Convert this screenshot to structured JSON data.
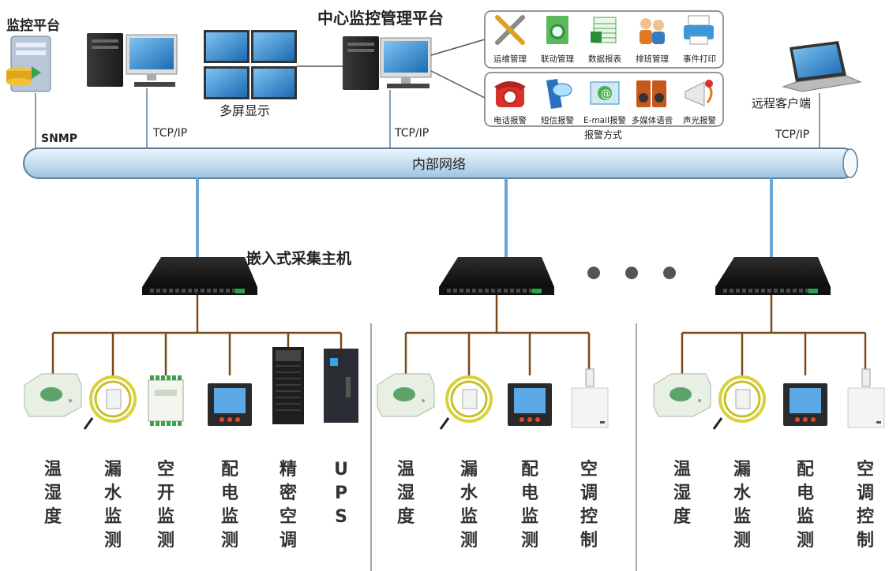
{
  "platform": {
    "monitor_label": "监控平台",
    "snmp_label": "SNMP",
    "center_title": "中心监控管理平台",
    "multi_screen_label": "多屏显示",
    "tcpip_left": "TCP/IP",
    "tcpip_center": "TCP/IP",
    "tcpip_right": "TCP/IP",
    "remote_client_label": "远程客户端",
    "network_label": "内部网络",
    "host_label": "嵌入式采集主机"
  },
  "management_features": [
    {
      "label": "运维管理",
      "icon": "wrench-screwdriver-icon"
    },
    {
      "label": "联动管理",
      "icon": "gear-folder-icon"
    },
    {
      "label": "数据报表",
      "icon": "spreadsheet-icon"
    },
    {
      "label": "排班管理",
      "icon": "people-icon"
    },
    {
      "label": "事件打印",
      "icon": "printer-icon"
    }
  ],
  "alarm_methods": [
    {
      "label": "电话报警",
      "icon": "telephone-icon"
    },
    {
      "label": "短信报警",
      "icon": "sms-phone-icon"
    },
    {
      "label": "E-mail报警",
      "icon": "email-icon"
    },
    {
      "label": "多媒体语音",
      "icon": "speaker-icon"
    },
    {
      "label": "声光报警",
      "icon": "megaphone-icon"
    }
  ],
  "alarm_caption": "报警方式",
  "groups": [
    {
      "devices": [
        {
          "label": "温湿度",
          "icon": "temp-humidity-sensor-icon"
        },
        {
          "label": "漏水监测",
          "icon": "water-leak-cable-icon"
        },
        {
          "label": "空开监测",
          "icon": "breaker-module-icon"
        },
        {
          "label": "配电监测",
          "icon": "power-meter-icon"
        },
        {
          "label": "精密空调",
          "icon": "precision-ac-icon"
        },
        {
          "label": "UPS",
          "icon": "ups-cabinet-icon"
        }
      ]
    },
    {
      "devices": [
        {
          "label": "温湿度",
          "icon": "temp-humidity-sensor-icon"
        },
        {
          "label": "漏水监测",
          "icon": "water-leak-cable-icon"
        },
        {
          "label": "配电监测",
          "icon": "power-meter-icon"
        },
        {
          "label": "空调控制",
          "icon": "ac-controller-icon"
        }
      ]
    },
    {
      "devices": [
        {
          "label": "温湿度",
          "icon": "temp-humidity-sensor-icon"
        },
        {
          "label": "漏水监测",
          "icon": "water-leak-cable-icon"
        },
        {
          "label": "配电监测",
          "icon": "power-meter-icon"
        },
        {
          "label": "空调控制",
          "icon": "ac-controller-icon"
        }
      ]
    }
  ],
  "colors": {
    "pipe_fill": "#cfe4f3",
    "pipe_stroke": "#5a7f9e",
    "uplink": "#6aa6d6",
    "bus": "#7a4a1a",
    "divider": "#888888",
    "dots": "#555555"
  }
}
